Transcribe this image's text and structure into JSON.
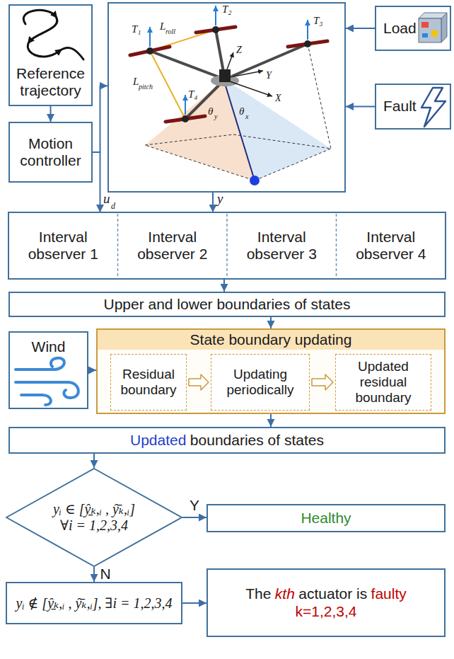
{
  "diagram": {
    "nodes": [
      {
        "text": [
          "Reference trajectory"
        ]
      },
      {
        "text": [
          "T₁",
          "T₂",
          "T₃",
          "T₄",
          "L",
          "roll",
          "L",
          "pitch",
          "Z",
          "Y",
          "X",
          "θ",
          "y",
          "θ",
          "x"
        ]
      },
      {
        "text": [
          "Load"
        ]
      },
      {
        "text": [
          "Fault"
        ]
      },
      {
        "text": [
          "Motion controller"
        ]
      },
      {
        "text": [
          "Interval observer 1"
        ]
      },
      {
        "text": [
          "Interval observer 2"
        ]
      },
      {
        "text": [
          "Interval observer 3"
        ]
      },
      {
        "text": [
          "Interval observer 4"
        ]
      },
      {
        "text": [
          "Upper and lower boundaries of states"
        ]
      },
      {
        "text": [
          "Wind"
        ]
      },
      {
        "text": [
          "State boundary updating"
        ]
      },
      {
        "text": [
          "Residual boundary"
        ],
        "in": 11
      },
      {
        "text": [
          "Updating periodically"
        ],
        "in": 11
      },
      {
        "text": [
          "Updated residual boundary"
        ],
        "in": 11
      },
      {
        "text": [
          "Updated",
          "boundaries of states"
        ]
      },
      {
        "text": [
          "yᵢ ∈ [ŷ̱ₖ,ᵢ , ŷ̄ₖ,ᵢ]",
          "∀i = 1,2,3,4"
        ]
      },
      {
        "text": [
          "Healthy"
        ]
      },
      {
        "text": [
          "yᵢ ∉ [ŷ̱ₖ,ᵢ , ŷ̄ₖ,ᵢ], ∃i = 1,2,3,4"
        ]
      },
      {
        "text": [
          "The",
          "kth",
          "actuator is",
          "faulty",
          "k=1,2,3,4"
        ]
      }
    ],
    "edges": [
      {
        "from": 0,
        "to": 4,
        "arrow": "to"
      },
      {
        "from": 4,
        "to": 1,
        "arrow": "to"
      },
      {
        "from": 2,
        "to": 1,
        "arrow": "to"
      },
      {
        "from": 3,
        "to": 1,
        "arrow": "to"
      },
      {
        "from": 4,
        "to": 5,
        "arrow": "to"
      },
      {
        "from": 1,
        "to": 6,
        "arrow": "to"
      },
      {
        "from": 6,
        "to": 9,
        "arrow": "to"
      },
      {
        "from": 9,
        "to": 11,
        "arrow": "to"
      },
      {
        "from": 10,
        "to": 11,
        "arrow": "to"
      },
      {
        "from": 12,
        "to": 13,
        "arrow": "to"
      },
      {
        "from": 13,
        "to": 14,
        "arrow": "to"
      },
      {
        "from": 11,
        "to": 15,
        "arrow": "to"
      },
      {
        "from": 15,
        "to": 16,
        "arrow": "to"
      },
      {
        "from": 16,
        "to": 17,
        "label": "Y",
        "arrow": "to"
      },
      {
        "from": 16,
        "to": 18,
        "label": "N",
        "arrow": "to"
      },
      {
        "from": 18,
        "to": 19,
        "arrow": "to"
      }
    ],
    "labels": [
      "u",
      "d",
      "y"
    ]
  }
}
